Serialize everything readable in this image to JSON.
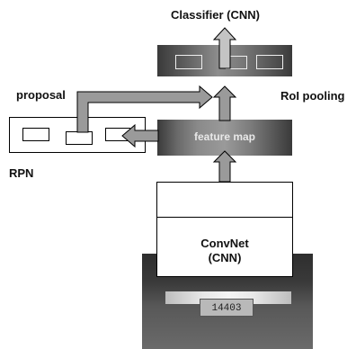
{
  "labels": {
    "classifier": "Classifier (CNN)",
    "proposal": "proposal",
    "roi_pooling": "RoI pooling",
    "rpn": "RPN",
    "feature_map": "feature map",
    "convnet_line1": "ConvNet",
    "convnet_line2": "(CNN)",
    "plate": "14403"
  }
}
